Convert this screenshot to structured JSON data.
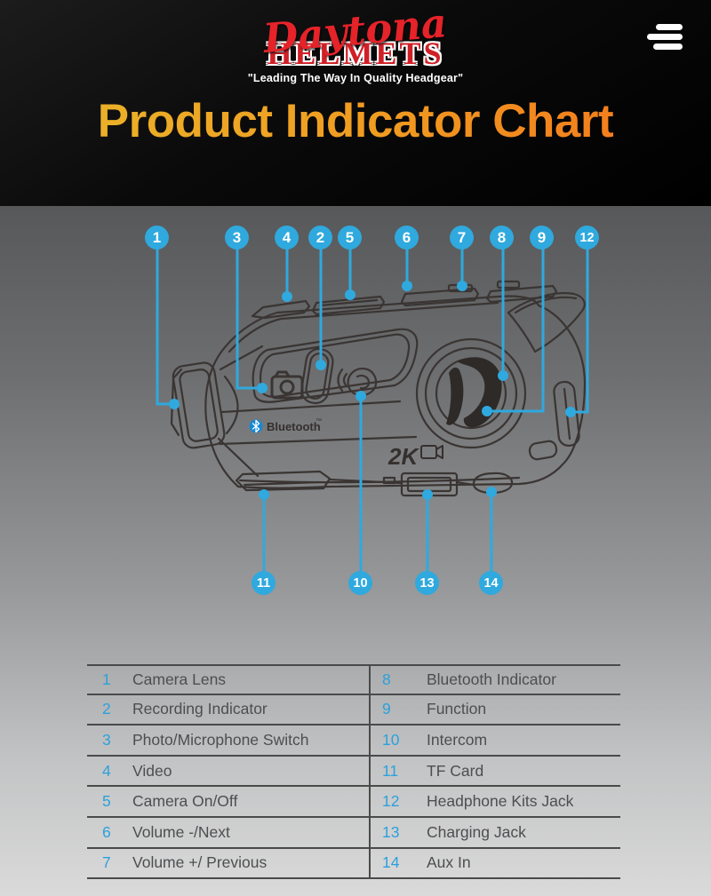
{
  "header": {
    "logo": {
      "script_text": "Daytona",
      "block_text": "HELMETS",
      "tagline": "\"Leading The Way In Quality Headgear\""
    },
    "title": "Product Indicator Chart"
  },
  "diagram": {
    "device_marks": {
      "bluetooth_label": "Bluetooth",
      "bluetooth_tm": "™",
      "resolution_label": "2K"
    },
    "callouts": {
      "n1": "1",
      "n2": "2",
      "n3": "3",
      "n4": "4",
      "n5": "5",
      "n6": "6",
      "n7": "7",
      "n8": "8",
      "n9": "9",
      "n10": "10",
      "n11": "11",
      "n12": "12",
      "n13": "13",
      "n14": "14"
    }
  },
  "table": {
    "left": [
      {
        "num": "1",
        "label": "Camera Lens"
      },
      {
        "num": "2",
        "label": "Recording Indicator"
      },
      {
        "num": "3",
        "label": "Photo/Microphone Switch"
      },
      {
        "num": "4",
        "label": "Video"
      },
      {
        "num": "5",
        "label": "Camera On/Off"
      },
      {
        "num": "6",
        "label": "Volume -/Next"
      },
      {
        "num": "7",
        "label": "Volume +/ Previous"
      }
    ],
    "right": [
      {
        "num": "8",
        "label": "Bluetooth Indicator"
      },
      {
        "num": "9",
        "label": "Function"
      },
      {
        "num": "10",
        "label": "Intercom"
      },
      {
        "num": "11",
        "label": "TF Card"
      },
      {
        "num": "12",
        "label": "Headphone Kits Jack"
      },
      {
        "num": "13",
        "label": "Charging Jack"
      },
      {
        "num": "14",
        "label": "Aux In"
      }
    ]
  },
  "colors": {
    "callout_blue": "#2fa9de",
    "bluetooth_blue": "#1788d3",
    "logo_red": "#d92128",
    "title_gradient_start": "#e9b72a",
    "title_gradient_end": "#f4731c",
    "table_number_blue": "#2ba1dc",
    "table_text_gray": "#4d4e50",
    "diagram_line": "#3a3533"
  }
}
